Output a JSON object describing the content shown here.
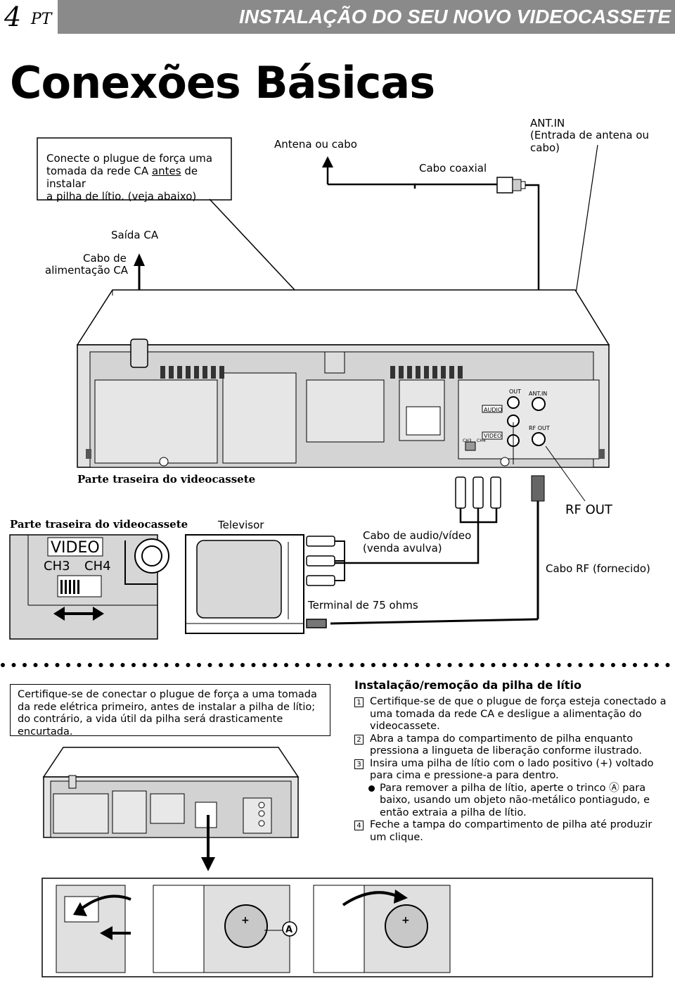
{
  "header": {
    "page_number": "4",
    "language": "PT",
    "section_title": "INSTALAÇÃO DO SEU NOVO VIDEOCASSETE"
  },
  "title": "Conexões Básicas",
  "diagram": {
    "note_box_lines": [
      "Conecte o plugue de força uma",
      "tomada da rede CA",
      "antes",
      "de instalar",
      "a pilha de lítio. (veja abaixo)"
    ],
    "antenna_label": "Antena ou cabo",
    "coax_label": "Cabo coaxial",
    "ant_in_label_1": "ANT.IN",
    "ant_in_label_2": "(Entrada de antena ou cabo)",
    "ac_out_label": "Saída CA",
    "power_cord_label_1": "Cabo de",
    "power_cord_label_2": "alimentação CA",
    "panel_out": "OUT",
    "panel_ant_in": "ANT.IN",
    "panel_audio": "AUDIO",
    "panel_video": "VIDEO",
    "panel_rf_out": "RF OUT",
    "panel_ch": "CH3",
    "panel_ch4": "CH4",
    "rear_label": "Parte traseira do videocassete",
    "rear_label_2": "Parte traseira do videocassete",
    "inset_video": "VIDEO",
    "inset_ch3": "CH3",
    "inset_ch4": "CH4",
    "tv_label": "Televisor",
    "av_cable_label_1": "Cabo de audio/vídeo",
    "av_cable_label_2": "(venda avulva)",
    "rf_out_label": "RF OUT",
    "rf_cable_label": "Cabo RF (fornecido)",
    "terminal_label": "Terminal de 75 ohms"
  },
  "warning_text": "Certifique-se de conectar o plugue de força a uma tomada da rede elétrica primeiro, antes de instalar a pilha de lítio; do contrário, a vida útil da pilha será drasticamente encurtada.",
  "battery": {
    "heading": "Instalação/remoção da pilha de lítio",
    "steps": [
      {
        "num": "1",
        "text": "Certifique-se de que o plugue de força esteja conectado a uma tomada da rede CA e desligue a alimentação do videocassete."
      },
      {
        "num": "2",
        "text": "Abra a tampa do compartimento de pilha enquanto pressiona a lingueta de liberação conforme ilustrado."
      },
      {
        "num": "3",
        "text": "Insira uma pilha de lítio com o lado positivo (+) voltado para cima e pressione-a para dentro."
      },
      {
        "num": "",
        "text": "Para remover a pilha de lítio, aperte o trinco Ⓐ para baixo, usando um objeto não-metálico pontiagudo, e então extraia a pilha de lítio."
      },
      {
        "num": "4",
        "text": "Feche a tampa do compartimento de pilha até produzir um clique."
      }
    ],
    "callout_a": "A",
    "plus": "+"
  }
}
